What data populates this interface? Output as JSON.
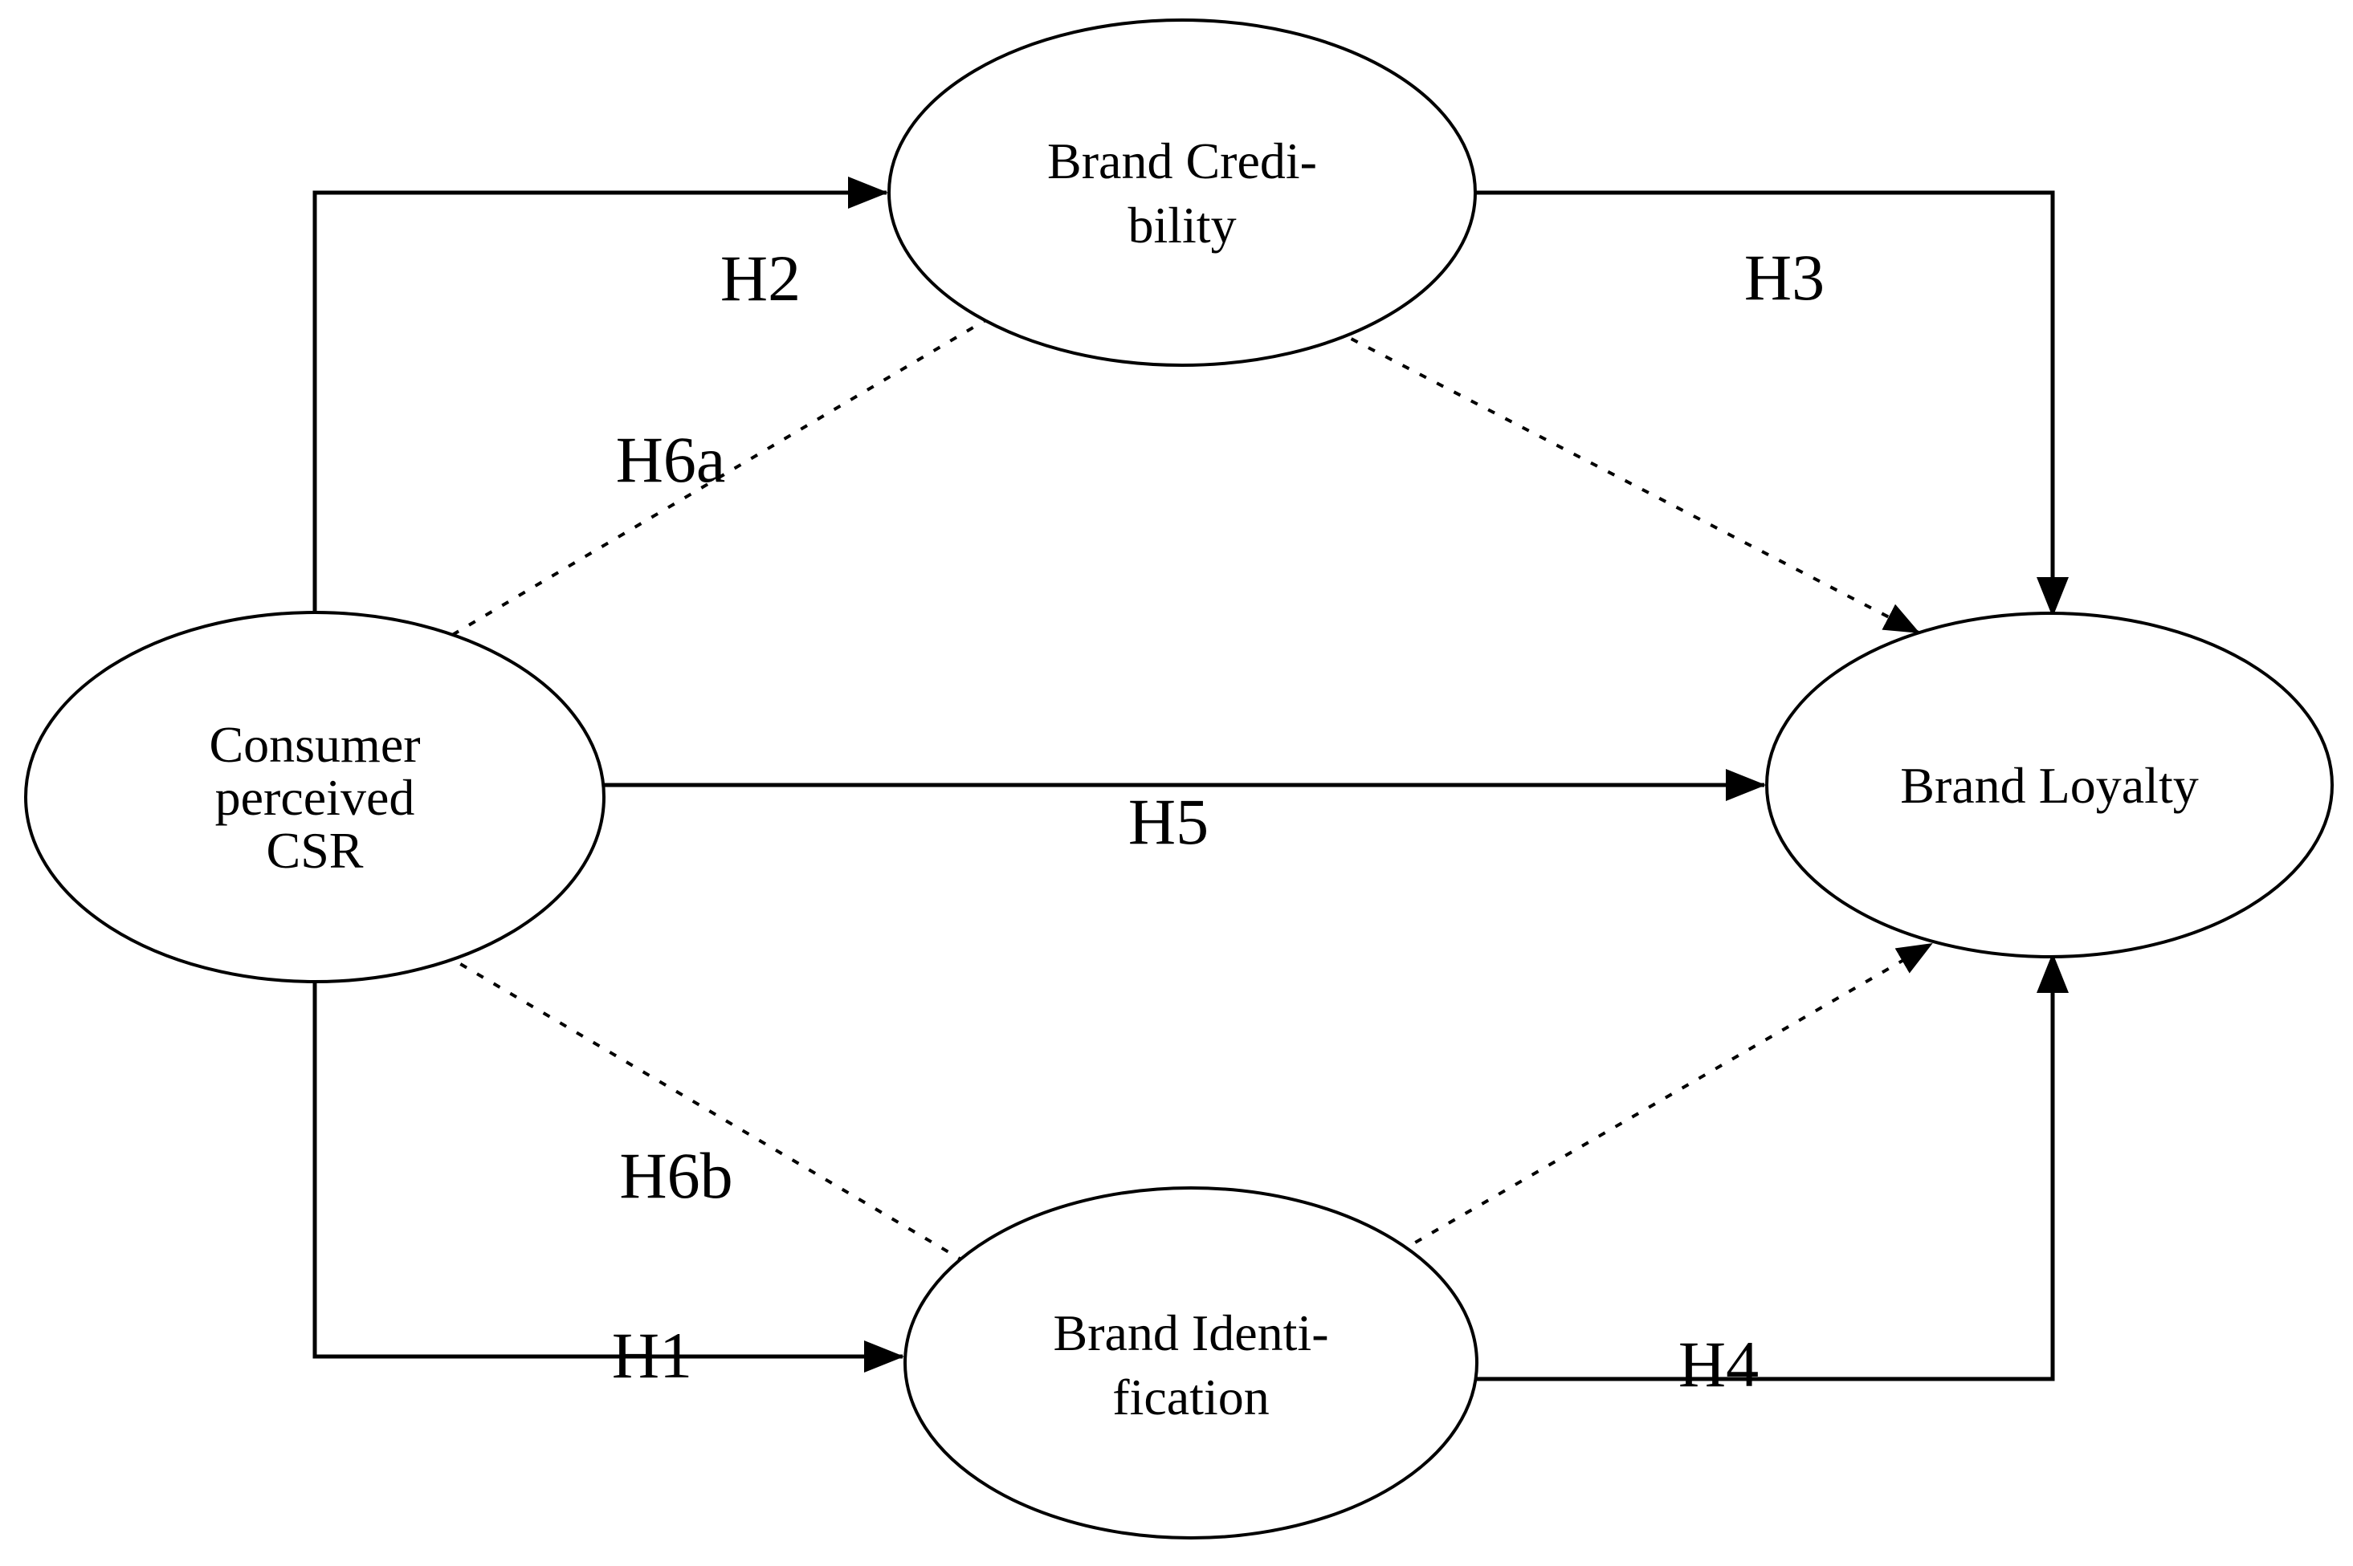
{
  "diagram": {
    "background_color": "#ffffff",
    "line_color": "#000000",
    "text_color": "#000000",
    "nodes": {
      "csr": {
        "lines": [
          "Consumer",
          "perceived",
          "CSR"
        ]
      },
      "brand_credibility": {
        "lines": [
          "Brand Credi-",
          "bility"
        ]
      },
      "brand_identification": {
        "lines": [
          "Brand Identi-",
          "fication"
        ]
      },
      "brand_loyalty": {
        "lines": [
          "Brand Loyalty"
        ]
      }
    },
    "edges": {
      "h1": {
        "label": "H1",
        "style": "solid",
        "from": "Consumer perceived CSR",
        "to": "Brand Identification"
      },
      "h2": {
        "label": "H2",
        "style": "solid",
        "from": "Consumer perceived CSR",
        "to": "Brand Credibility"
      },
      "h3": {
        "label": "H3",
        "style": "solid",
        "from": "Brand Credibility",
        "to": "Brand Loyalty"
      },
      "h4": {
        "label": "H4",
        "style": "solid",
        "from": "Brand Identification",
        "to": "Brand Loyalty"
      },
      "h5": {
        "label": "H5",
        "style": "solid",
        "from": "Consumer perceived CSR",
        "to": "Brand Loyalty"
      },
      "h6a": {
        "label": "H6a",
        "style": "dashed",
        "from": "Consumer perceived CSR",
        "to": "Brand Loyalty",
        "via": "Brand Credibility"
      },
      "h6b": {
        "label": "H6b",
        "style": "dashed",
        "from": "Consumer perceived CSR",
        "to": "Brand Loyalty",
        "via": "Brand Identification"
      }
    }
  }
}
